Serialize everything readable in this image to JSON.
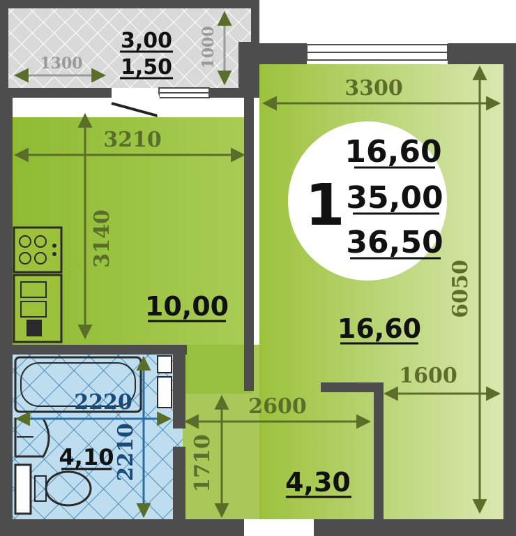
{
  "colors": {
    "wall": "#4d4d4d",
    "room_green": "#9cc23c",
    "room_green_light": "#d4e5a6",
    "bath_blue": "#bedef0",
    "balcony_grey": "#d9d9d9",
    "dim_line": "#5a6e2a",
    "badge": "#ffffff"
  },
  "badge": {
    "rooms": "1",
    "living_area": "16,60",
    "total_area": "35,00",
    "total_with_balcony": "36,50"
  },
  "balcony": {
    "area": "3,00",
    "reduced_area": "1,50",
    "width": "1300",
    "depth": "1000"
  },
  "kitchen": {
    "area": "10,00",
    "width": "3210",
    "length": "3140"
  },
  "living_room": {
    "area": "16,60",
    "width": "3300",
    "length": "6050",
    "niche_width": "1600"
  },
  "hallway": {
    "area": "4,30",
    "width": "2600",
    "length": "1710"
  },
  "bathroom": {
    "area": "4,10",
    "width": "2220",
    "length": "2210"
  }
}
